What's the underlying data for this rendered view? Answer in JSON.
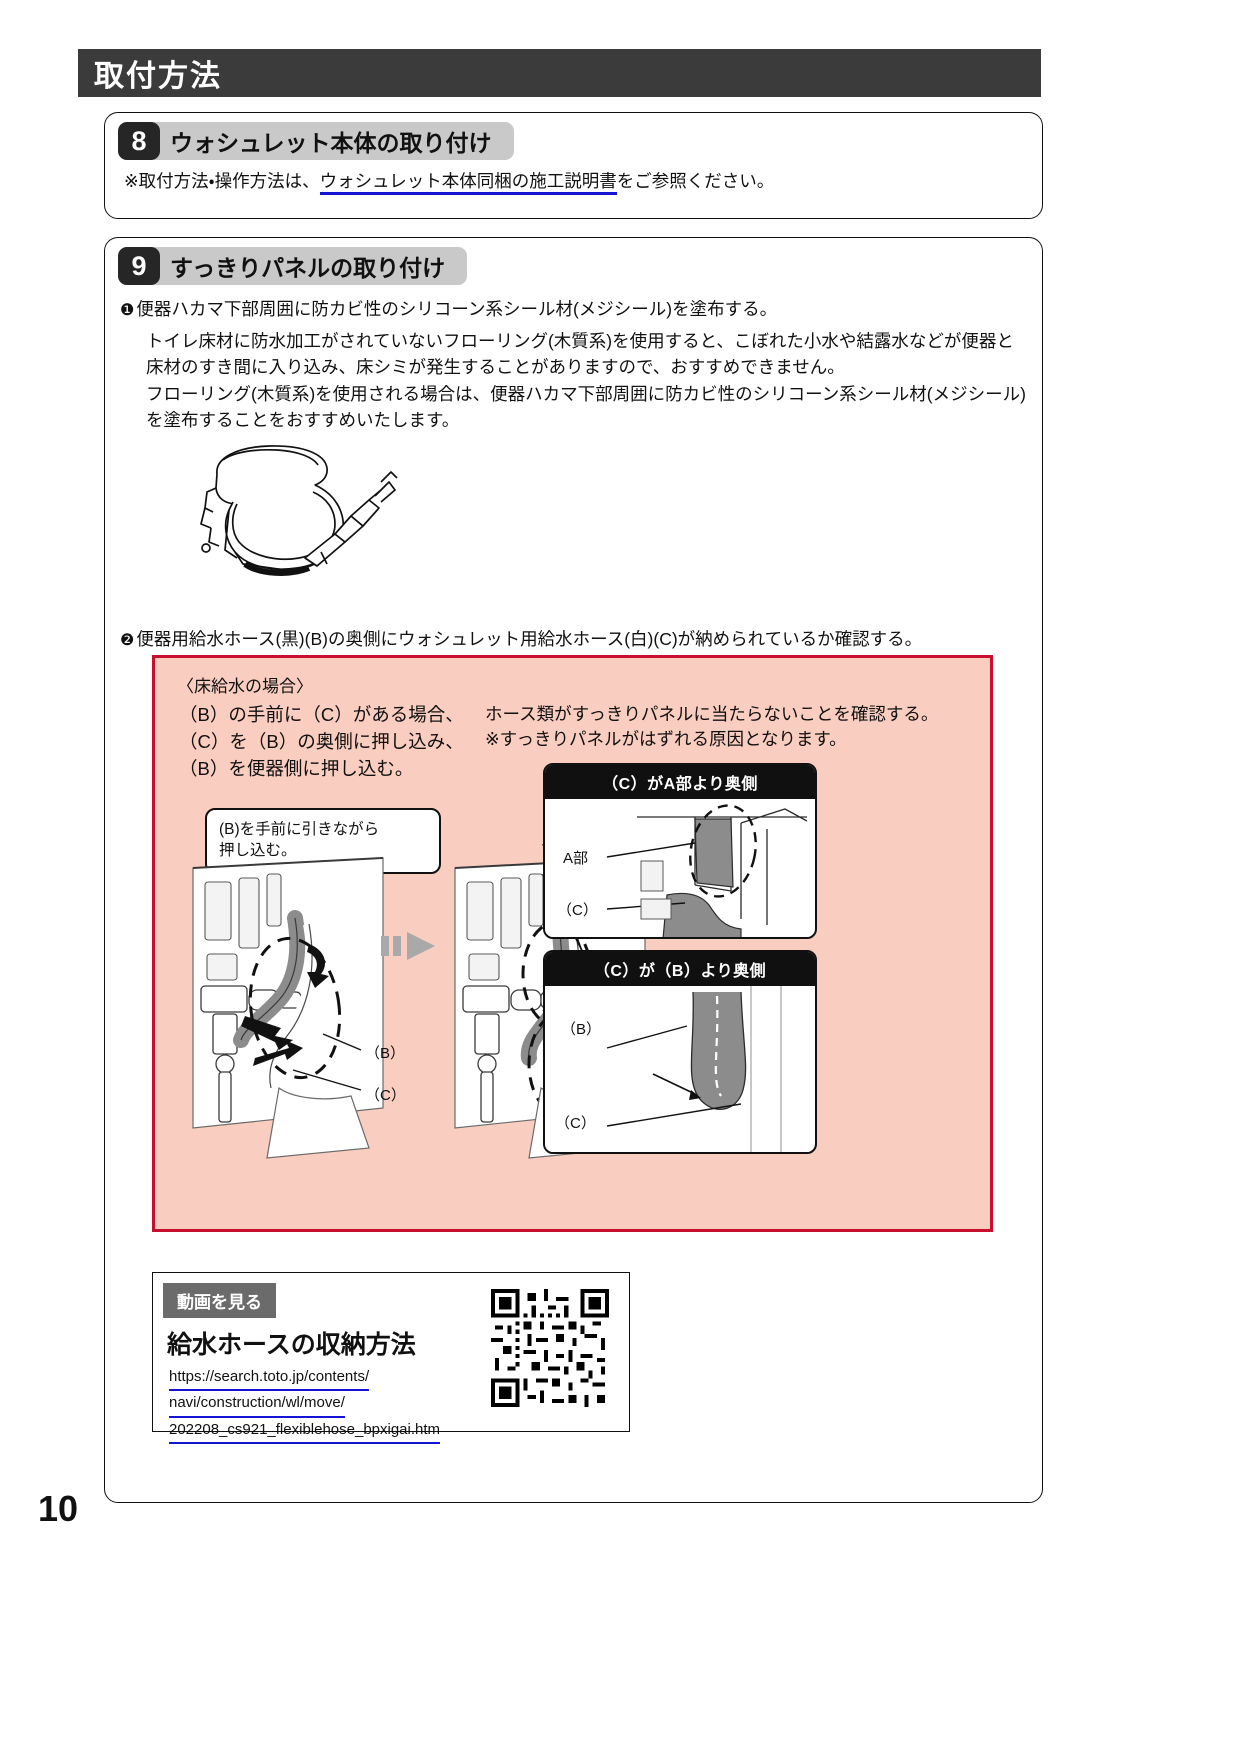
{
  "header": {
    "title": "取付方法"
  },
  "sections": [
    {
      "number": "8",
      "title": "ウォシュレット本体の取り付け",
      "note_prefix": "※取付方法・操作方法は、",
      "note_link": "ウォシュレット本体同梱の施工説明書",
      "note_suffix": "をご参照ください。"
    },
    {
      "number": "9",
      "title": "すっきりパネルの取り付け"
    }
  ],
  "step9": {
    "item1": {
      "marker": "❶",
      "text": "便器ハカマ下部周囲に防カビ性のシリコーン系シール材(メジシール)を塗布する。",
      "paragraph": [
        "トイレ床材に防水加工がされていないフローリング(木質系)を使用すると、こぼれた小水や結露水などが便器と",
        "床材のすき間に入り込み、床シミが発生することがありますので、おすすめできません。",
        "フローリング(木質系)を使用される場合は、便器ハカマ下部周囲に防カビ性のシリコーン系シール材(メジシール)",
        "を塗布することをおすすめいたします。"
      ]
    },
    "item2": {
      "marker": "❷",
      "text": "便器用給水ホース(黒)(B)の奥側にウォシュレット用給水ホース(白)(C)が納められているか確認する。"
    }
  },
  "pink_box": {
    "heading": "〈床給水の場合〉",
    "left_lines": [
      "（B）の手前に（C）がある場合、",
      "（C）を（B）の奥側に押し込み、",
      "（B）を便器側に押し込む。"
    ],
    "right_lines": [
      "ホース類がすっきりパネルに当たらないことを確認する。",
      "※すっきりパネルがはずれる原因となります。"
    ],
    "bubble_lines": [
      "(B)を手前に引きながら",
      "押し込む。"
    ],
    "labels": {
      "b": "（B）",
      "c": "（C）"
    },
    "inset_a": {
      "caption": "（C）がA部より奥側",
      "label_a": "A部",
      "label_c": "（C）"
    },
    "inset_b": {
      "caption": "（C）が（B）より奥側",
      "label_b": "（B）",
      "label_c": "（C）"
    },
    "colors": {
      "fill": "#f9cdbf",
      "border": "#c8102e"
    }
  },
  "video": {
    "tag": "動画を見る",
    "title": "給水ホースの収納方法",
    "url_lines": [
      "https://search.toto.jp/contents/",
      "navi/construction/wl/move/",
      "202208_cs921_flexiblehose_bpxigai.htm"
    ],
    "qr_alt": "qr-code"
  },
  "page_number": "10",
  "theme": {
    "header_bg": "#3b3b3b",
    "badge_bg": "#262626",
    "title_bg": "#c9c9c9",
    "link_underline": "#1414d2",
    "video_tag_bg": "#6b6b6b"
  }
}
